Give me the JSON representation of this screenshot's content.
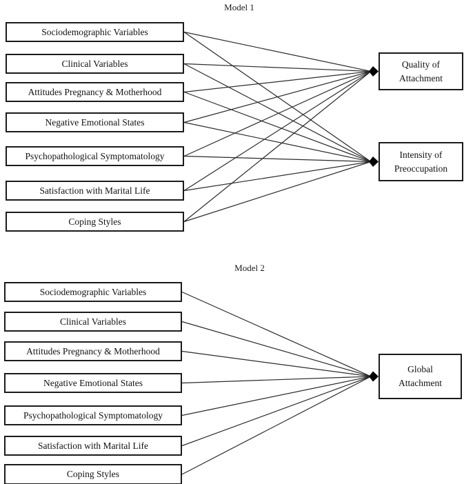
{
  "diagram_type": "path-model",
  "style": {
    "background": "#ffffff",
    "box_border_color": "#1a1a1a",
    "line_color": "#2a2a2a",
    "arrowhead_color": "#000000",
    "text_color": "#111111"
  },
  "models": [
    {
      "title": "Model 1",
      "predictors": [
        "Sociodemographic Variables",
        "Clinical Variables",
        "Attitudes Pregnancy & Motherhood",
        "Negative Emotional States",
        "Psychopathological Symptomatology",
        "Satisfaction with Marital Life",
        "Coping Styles"
      ],
      "outcomes": [
        {
          "line1": "Quality of",
          "line2": "Attachment"
        },
        {
          "line1": "Intensity of",
          "line2": "Preoccupation"
        }
      ],
      "connections": "every predictor to every outcome"
    },
    {
      "title": "Model 2",
      "predictors": [
        "Sociodemographic Variables",
        "Clinical Variables",
        "Attitudes Pregnancy & Motherhood",
        "Negative Emotional States",
        "Psychopathological Symptomatology",
        "Satisfaction with Marital Life",
        "Coping Styles"
      ],
      "outcomes": [
        {
          "line1": "Global",
          "line2": "Attachment"
        }
      ],
      "connections": "every predictor to every outcome"
    }
  ]
}
